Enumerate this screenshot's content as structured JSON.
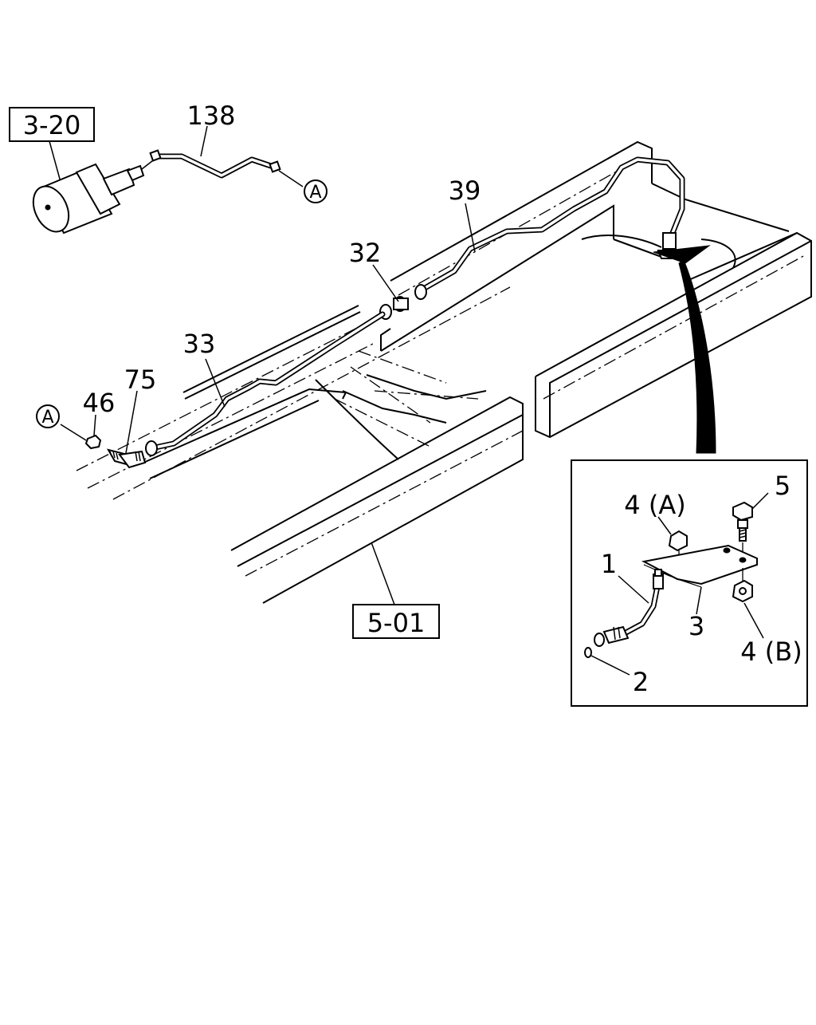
{
  "references": {
    "ref_3_20": "3-20",
    "ref_5_01": "5-01"
  },
  "callouts": {
    "c138": "138",
    "c39": "39",
    "c32": "32",
    "c33": "33",
    "c75": "75",
    "c46": "46",
    "marker_a1": "A",
    "marker_a2": "A"
  },
  "detail": {
    "c5": "5",
    "c4a": "4 (A)",
    "c1": "1",
    "c3": "3",
    "c4b": "4 (B)",
    "c2": "2"
  }
}
